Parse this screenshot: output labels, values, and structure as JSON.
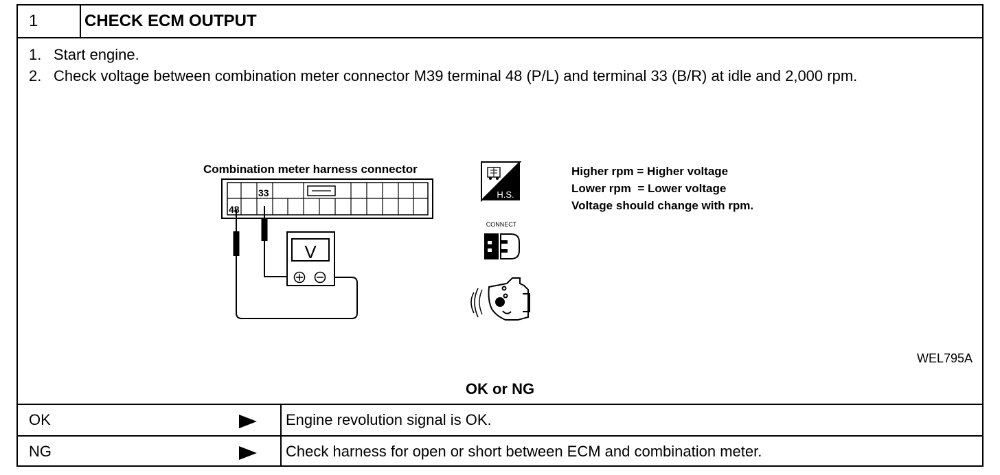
{
  "header": {
    "step_number": "1",
    "title": "CHECK ECM OUTPUT"
  },
  "steps": [
    {
      "num": "1.",
      "text": "Start engine."
    },
    {
      "num": "2.",
      "text": "Check voltage between combination meter connector M39 terminal 48 (P/L) and terminal 33 (B/R) at idle and 2,000 rpm."
    }
  ],
  "figure": {
    "connector_label": "Combination meter harness connector",
    "terminal_a": "33",
    "terminal_b": "48",
    "meter_symbol": "V",
    "hs_label": "H.S.",
    "connect_label": "CONNECT",
    "notes": [
      "Higher rpm = Higher voltage",
      "Lower rpm  = Lower voltage",
      "Voltage should change with rpm."
    ],
    "code": "WEL795A",
    "icons": [
      "vehicle-hs-icon",
      "connect-icon",
      "engine-running-icon",
      "voltmeter-icon"
    ]
  },
  "check": {
    "label": "OK or NG",
    "rows": [
      {
        "result": "OK",
        "action": "Engine revolution signal is OK."
      },
      {
        "result": "NG",
        "action": "Check harness for open or short between ECM and combination meter."
      }
    ]
  }
}
